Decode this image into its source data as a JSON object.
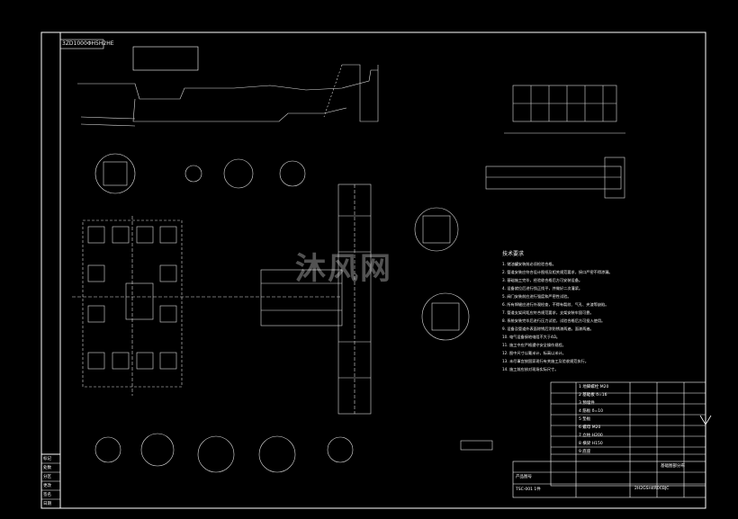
{
  "drawing": {
    "top_left_code": "3ZD1000ΦH5H2HE",
    "watermark_text": "沐风网",
    "notes_title": "技术要求",
    "notes_lines": [
      "1. 储油罐安装前必须检验合格。",
      "2. 管道安装应符合设计图纸及相关规范要求，接口严密不得渗漏。",
      "3. 基础施工完毕，经验收合格后方可安装设备。",
      "4. 设备就位后进行找正找平，并做好二次灌浆。",
      "5. 阀门安装前应进行强度和严密性试验。",
      "6. 所有焊缝应进行外观检查，不得有裂纹、气孔、夹渣等缺陷。",
      "7. 管道支架间距应符合规范要求，支架安装牢固可靠。",
      "8. 系统安装完毕后进行压力试验，试验合格后方可投入使用。",
      "9. 设备及管道外表面除锈后涂防锈漆两遍，面漆两遍。",
      "10. 电气设备接地电阻不大于4Ω。",
      "11. 施工中应严格遵守安全操作规程。",
      "12. 图中尺寸以毫米计，标高以米计。",
      "13. 未尽事宜按国家现行有关施工及验收规范执行。",
      "14. 施工前应核对现场实际尺寸。"
    ],
    "title_block": {
      "drawing_name": "基础图部分布",
      "drawing_no": "2H2GSH4R0CBJC",
      "product_label": "产品图号",
      "product_code": "TSC-001 1件",
      "rows": [
        "1 地脚螺栓 M20",
        "2 基础板 δ=16",
        "3 预埋件",
        "4 筋板 δ=10",
        "5 垫板",
        "6 螺母 M20",
        "7 立柱 H200",
        "8 横梁 H150",
        "9 底座"
      ]
    },
    "left_revision_cells": [
      "标记",
      "处数",
      "分区",
      "更改",
      "签名",
      "日期"
    ]
  }
}
